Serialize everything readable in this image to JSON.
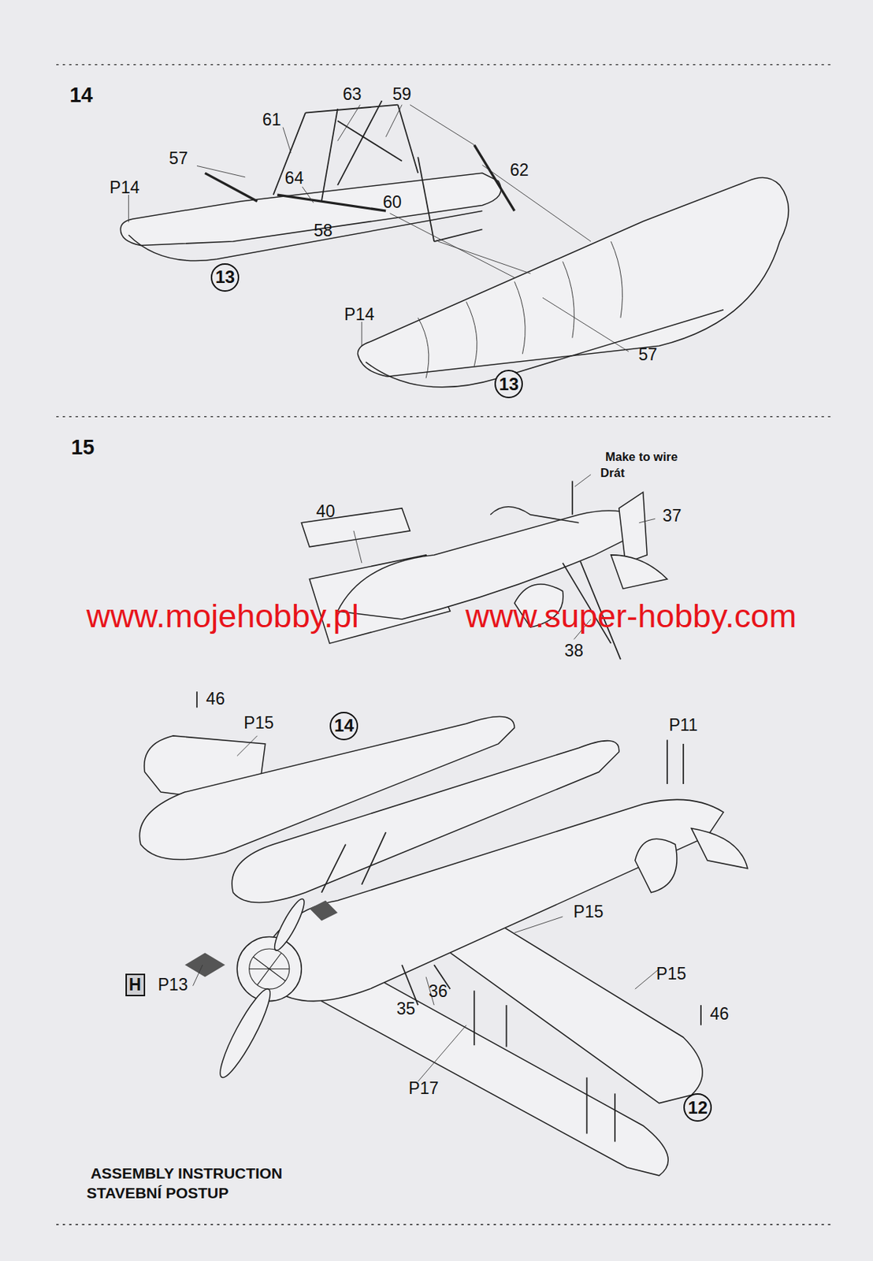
{
  "diagram": {
    "nodes": [
      {
        "text": [
          "13"
        ]
      },
      {
        "text": [
          "13"
        ]
      },
      {
        "text": [
          "14"
        ]
      },
      {
        "text": [
          "H"
        ]
      },
      {
        "text": [
          "12"
        ]
      }
    ],
    "labels": [
      "14",
      "61",
      "63",
      "59",
      "57",
      "P14",
      "64",
      "60",
      "62",
      "58",
      "P14",
      "57",
      "15",
      "Make to wire",
      "Drát",
      "40",
      "37",
      "38",
      "www.mojehobby.pl",
      "www.super-hobby.com",
      "46",
      "P15",
      "P11",
      "P15",
      "P13",
      "36",
      "35",
      "P15",
      "46",
      "P17",
      "ASSEMBLY INSTRUCTION",
      "STAVEBNÍ POSTUP"
    ]
  }
}
